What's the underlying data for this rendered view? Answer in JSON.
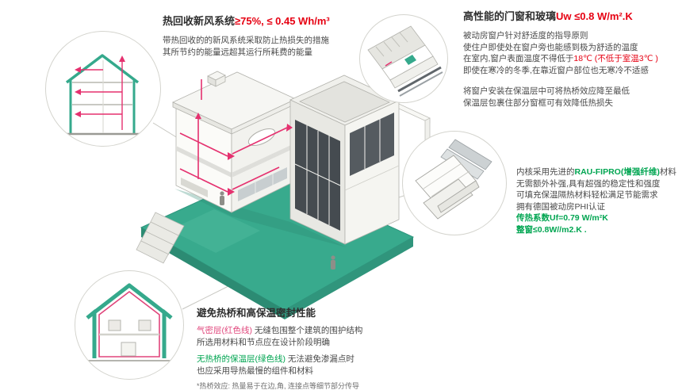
{
  "colors": {
    "teal": "#35a98c",
    "teal_dark": "#2c8b73",
    "red": "#e60012",
    "magenta_line": "#e5316f",
    "green": "#00a551",
    "body_text": "#4a4a4a"
  },
  "heat_recovery": {
    "title_black": "热回收新风系统",
    "title_red": "≥75%, ≤ 0.45 Wh/m³",
    "line1": "带热回收的的新风系统采取防止热损失的措施",
    "line2": "其所节约的能量远超其运行所耗费的能量"
  },
  "windows": {
    "title_black": "高性能的门窗和玻璃",
    "title_red": "Uw ≤0.8 W/m².K",
    "line1": "被动房窗户针对舒适度的指导原则",
    "line2": "使住户即使处在窗户旁也能感到极为舒适的温度",
    "line3_black": "在室内,窗户表面温度不得低于",
    "line3_red": "18℃ (不低于室温3℃ )",
    "line4": "即使在寒冷的冬季,在靠近窗户部位也无寒冷不适感",
    "line5": "将窗户安装在保温层中可将热桥效应降至最低",
    "line6": "保温层包裹住部分窗框可有效降低热损失"
  },
  "profile": {
    "line1_black1": "内核采用先进的",
    "line1_green": "RAU-FIPRO(增强纤维)",
    "line1_black2": "材料",
    "line2": "无需额外补强,具有超强的稳定性和强度",
    "line3": "可填充保温隔热材料轻松满足节能需求",
    "line4": "拥有德国被动房PHI认证",
    "line5_green": "传热系数Uf=0.79 W/m²K",
    "line6_green": "整窗≤0.8W//m2.K ."
  },
  "thermal": {
    "title": "避免热桥和高保温密封性能",
    "line1_magenta": "气密层(红色线)",
    "line1_black": " 无缝包围整个建筑的围护结构",
    "line2": "所选用材料和节点应在设计阶段明确",
    "line3_green": "无热桥的保温层(绿色线)",
    "line3_black": " 无法避免渗漏点时",
    "line4": "也应采用导热最慢的组件和材料",
    "footnote": "*热桥效应: 热量易于在边,角, 连接点等细节部分传导"
  },
  "illustrations": {
    "main": "isometric-passive-house-cutaway-on-teal-base",
    "circle_top_left": "multi-storey cross-section with red ventilation arrows",
    "circle_top_right": "window installation detail",
    "circle_right": "window frame profile cross-section",
    "circle_bottom_left": "house envelope with green insulation line and red airtight line"
  }
}
